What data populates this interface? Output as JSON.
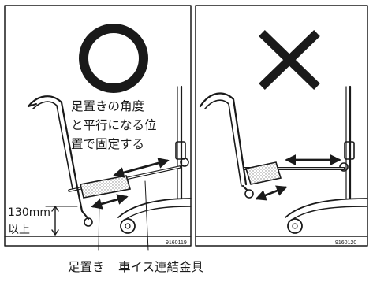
{
  "panels": {
    "left": {
      "symbol": "○",
      "description_lines": [
        "足置きの角度",
        "と平行になる位",
        "置で固定する"
      ],
      "dimension_lines": [
        "130mm",
        "以上"
      ],
      "image_code": "9160119"
    },
    "right": {
      "symbol": "×",
      "image_code": "9160120"
    }
  },
  "callouts": {
    "footrest": "足置き",
    "connector": "車イス連結金具"
  },
  "colors": {
    "ink": "#1a1a1a",
    "shade": "#bfbfbf",
    "gray": "#9a9a9a"
  }
}
